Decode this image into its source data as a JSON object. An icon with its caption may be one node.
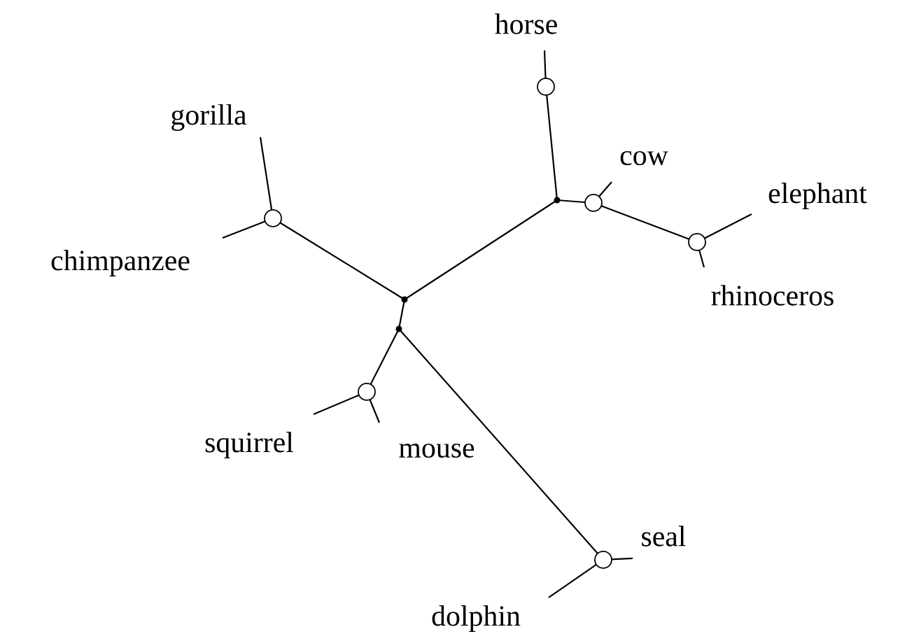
{
  "diagram": {
    "nodes": [
      {
        "text": [
          "horse"
        ]
      },
      {
        "text": [
          "gorilla"
        ]
      },
      {
        "text": [
          "cow"
        ]
      },
      {
        "text": [
          "elephant"
        ]
      },
      {
        "text": [
          "chimpanzee"
        ]
      },
      {
        "text": [
          "rhinoceros"
        ]
      },
      {
        "text": [
          "squirrel"
        ]
      },
      {
        "text": [
          "mouse"
        ]
      },
      {
        "text": [
          "seal"
        ]
      },
      {
        "text": [
          "dolphin"
        ]
      },
      {
        "text": [],
        "shape": "circle"
      },
      {
        "text": [],
        "shape": "circle"
      },
      {
        "text": [],
        "shape": "circle"
      },
      {
        "text": [],
        "shape": "circle"
      },
      {
        "text": [],
        "shape": "circle"
      },
      {
        "text": [],
        "shape": "circle"
      },
      {
        "text": [],
        "shape": "dot"
      },
      {
        "text": [],
        "shape": "dot"
      },
      {
        "text": [],
        "shape": "dot"
      }
    ],
    "edges": [
      {
        "from": 10,
        "to": 0,
        "arrow": "none"
      },
      {
        "from": 16,
        "to": 10,
        "arrow": "none"
      },
      {
        "from": 16,
        "to": 11,
        "arrow": "none"
      },
      {
        "from": 11,
        "to": 2,
        "arrow": "none"
      },
      {
        "from": 11,
        "to": 13,
        "arrow": "none"
      },
      {
        "from": 13,
        "to": 3,
        "arrow": "none"
      },
      {
        "from": 13,
        "to": 5,
        "arrow": "none"
      },
      {
        "from": 16,
        "to": 17,
        "arrow": "none"
      },
      {
        "from": 17,
        "to": 12,
        "arrow": "none"
      },
      {
        "from": 12,
        "to": 1,
        "arrow": "none"
      },
      {
        "from": 12,
        "to": 4,
        "arrow": "none"
      },
      {
        "from": 17,
        "to": 18,
        "arrow": "none"
      },
      {
        "from": 18,
        "to": 14,
        "arrow": "none"
      },
      {
        "from": 14,
        "to": 6,
        "arrow": "none"
      },
      {
        "from": 14,
        "to": 7,
        "arrow": "none"
      },
      {
        "from": 18,
        "to": 15,
        "arrow": "none"
      },
      {
        "from": 15,
        "to": 8,
        "arrow": "none"
      },
      {
        "from": 15,
        "to": 9,
        "arrow": "none"
      }
    ]
  }
}
